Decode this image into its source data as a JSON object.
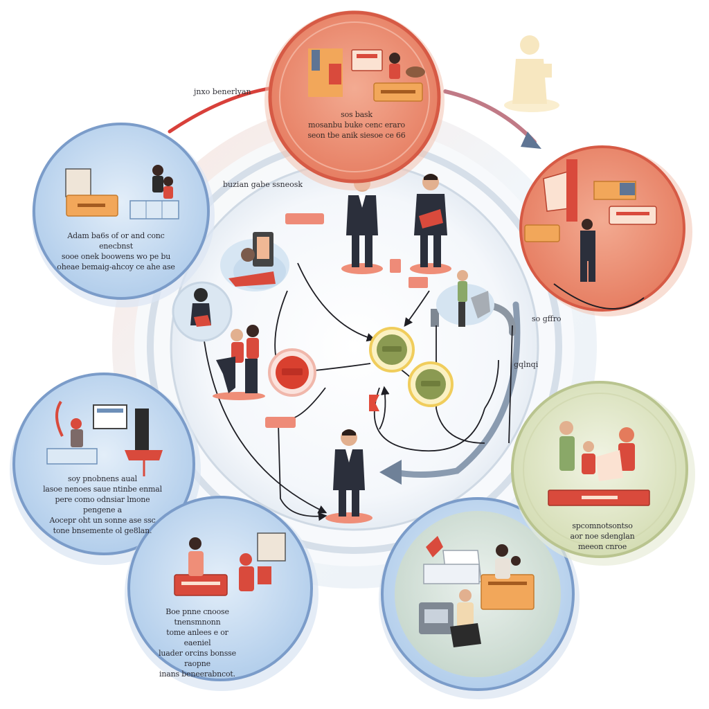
{
  "diagram": {
    "top_arc_label": "jnxo benerlyan",
    "inner_label": "buzian gabe ssneosk",
    "side_label_a": "so gffro",
    "side_label_b": "gqlnqi"
  },
  "nodes": {
    "top": {
      "lines": [
        "sos bask",
        "mosanbu buke cenc eraro",
        "seon tbe anik siesoe ce 66"
      ]
    },
    "left_upper": {
      "lines": [
        "Adam ba6s of or and conc enecbnst",
        "sooe onek boowens wo pe bu",
        "oheae bemaig-ahcoy ce ahe ase"
      ]
    },
    "left_lower": {
      "lines": [
        "soy pnobnens aual",
        "lasoe nenoes saue ntinbe enmal",
        "pere como odnsiar lmone pengene a",
        "Aocepr oht un sonne ase ssc",
        "tone bnsemente ol ge8lan."
      ]
    },
    "bottom_left": {
      "lines": [
        "Boe pnne cnoose tnensmnonn",
        "tome anlees e or eaeniel",
        "luader orcins bonsse raopne",
        "inans beneerabncot."
      ]
    },
    "right_lower": {
      "lines": [
        "spcomnotsontso",
        "aor noe sdenglan",
        "meeon cnroe"
      ]
    }
  },
  "colors": {
    "blue_fill": "#bcd6ee",
    "blue_ring": "#7b9cc9",
    "salmon_fill": "#ec8d72",
    "salmon_ring": "#d65a45",
    "sage_fill": "#dfe5c8",
    "sage_ring": "#b9c48f",
    "card_orange": "#f2a75a",
    "suit": "#2b2f3b",
    "accent_red": "#d94a3c"
  }
}
